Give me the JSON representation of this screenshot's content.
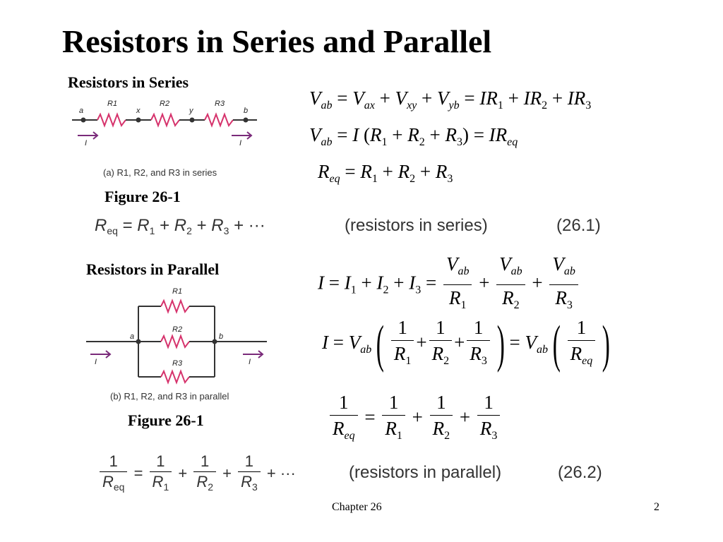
{
  "slide": {
    "title": "Resistors in Series and Parallel",
    "series_heading": "Resistors in Series",
    "parallel_heading": "Resistors in Parallel",
    "figure_label_1": "Figure 26-1",
    "figure_label_2": "Figure 26-1",
    "series_caption": "(a) R1, R2, and R3 in series",
    "parallel_caption": "(b) R1, R2, and R3 in parallel",
    "series_note": "(resistors in series)",
    "series_eq_number": "(26.1)",
    "parallel_note": "(resistors in parallel)",
    "parallel_eq_number": "(26.2)",
    "footer_chapter": "Chapter 26",
    "footer_page": "2"
  },
  "circuit_labels": {
    "a": "a",
    "x": "x",
    "y": "y",
    "b": "b",
    "R1": "R1",
    "R2": "R2",
    "R3": "R3",
    "I": "I"
  },
  "colors": {
    "resistor": "#d6336c",
    "arrow": "#7a2a7a",
    "wire": "#333333"
  }
}
